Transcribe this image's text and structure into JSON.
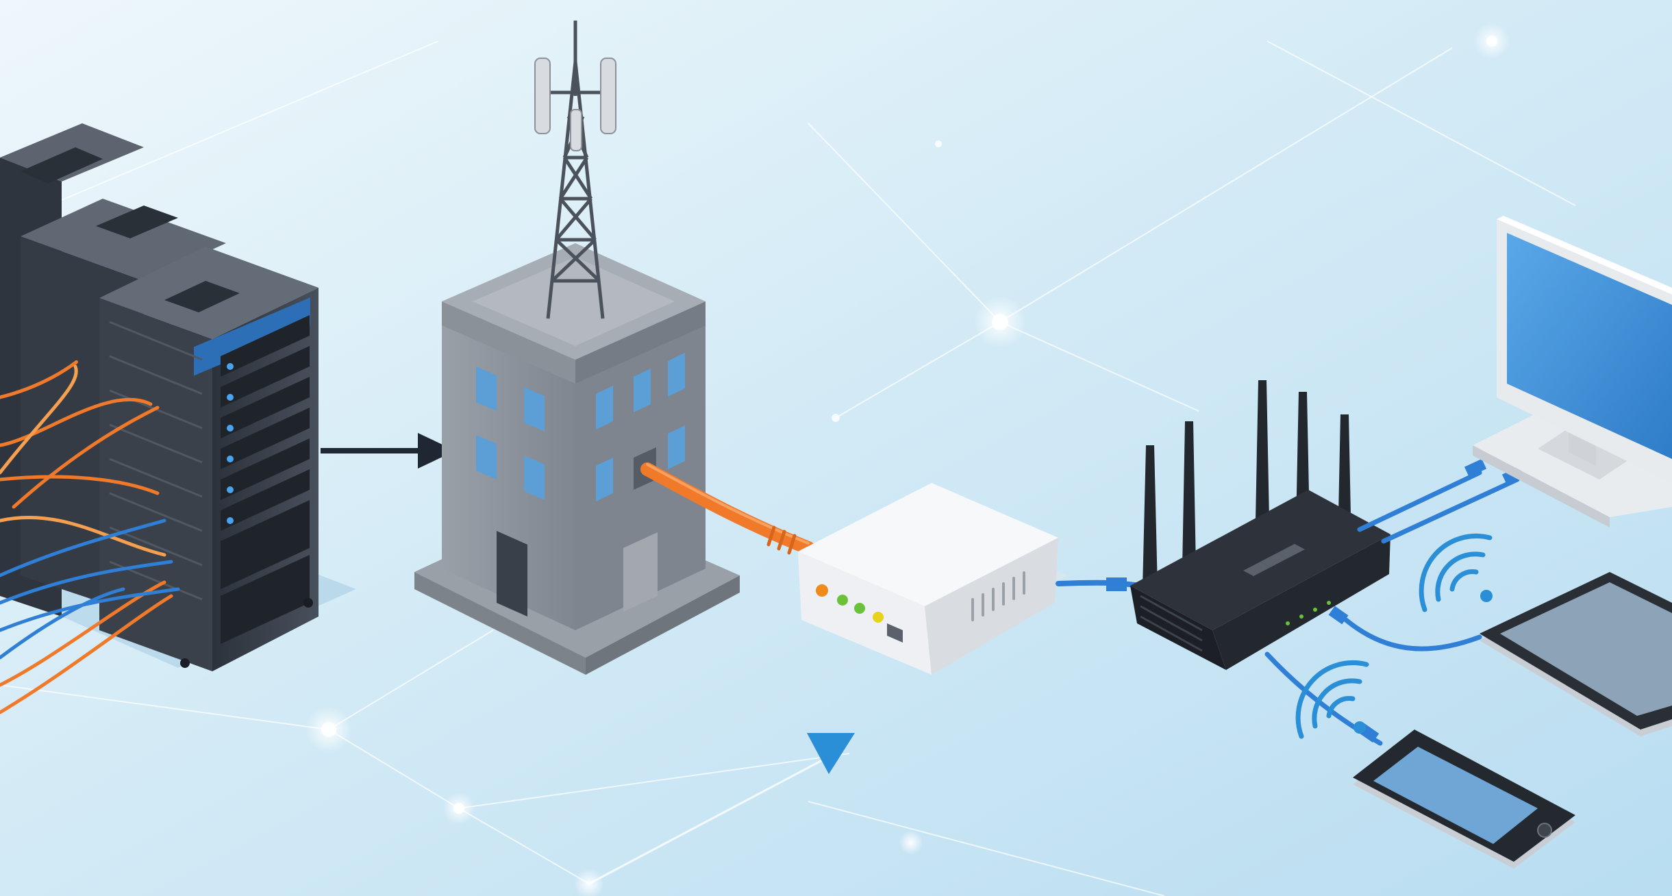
{
  "diagram": {
    "nodes": [
      {
        "id": "data-center",
        "icon": "server-rack-icon"
      },
      {
        "id": "isp-building",
        "icon": "cell-tower-building-icon"
      },
      {
        "id": "modem",
        "icon": "modem-icon"
      },
      {
        "id": "router",
        "icon": "wifi-router-icon"
      },
      {
        "id": "desktop",
        "icon": "monitor-icon"
      },
      {
        "id": "tablet",
        "icon": "tablet-icon"
      },
      {
        "id": "phone",
        "icon": "smartphone-icon"
      }
    ],
    "links": [
      {
        "from": "data-center",
        "to": "isp-building",
        "kind": "arrow"
      },
      {
        "from": "isp-building",
        "to": "modem",
        "kind": "orange-cable"
      },
      {
        "from": "modem",
        "to": "router",
        "kind": "blue-cable"
      },
      {
        "from": "router",
        "to": "desktop",
        "kind": "blue-cable"
      },
      {
        "from": "router",
        "to": "tablet",
        "kind": "blue-cable-wifi"
      },
      {
        "from": "router",
        "to": "phone",
        "kind": "blue-cable-wifi"
      }
    ]
  },
  "colors": {
    "background_light": "#e6f3fa",
    "background_mid": "#bfe0f2",
    "server_dark": "#3b4350",
    "building_gray": "#8a9099",
    "window_blue": "#5b9fd6",
    "cable_orange": "#f07a2a",
    "cable_blue": "#2f7fd6",
    "modem_white": "#f7f8fa",
    "router_black": "#23272e",
    "led_orange": "#f08a1a",
    "led_green": "#6bc23a",
    "led_yellow": "#e8d21a",
    "screen_blue": "#4a98dc",
    "arrow_dark": "#1f2733",
    "arrow_blue": "#2a8fd6"
  }
}
